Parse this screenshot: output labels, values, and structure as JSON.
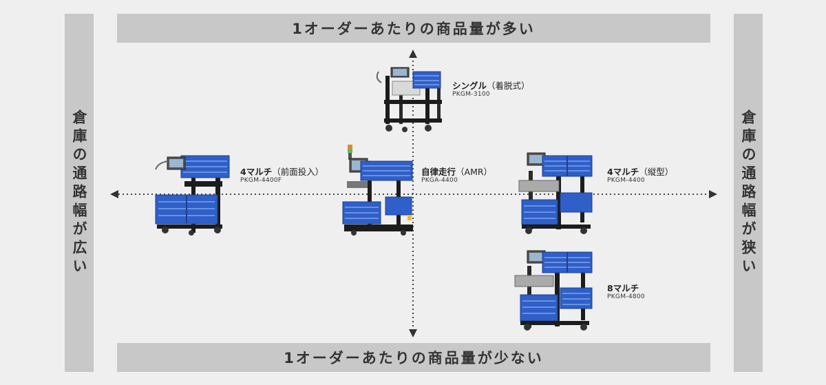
{
  "axes": {
    "top": "1オーダーあたりの商品量が多い",
    "bottom": "1オーダーあたりの商品量が少ない",
    "left": "倉庫の通路幅が広い",
    "right": "倉庫の通路幅が狭い"
  },
  "products": [
    {
      "name": "シングル",
      "variant": "（着脱式）",
      "model": "PKGM-3100"
    },
    {
      "name": "4マルチ",
      "variant": "（前面投入）",
      "model": "PKGM-4400F"
    },
    {
      "name": "自律走行",
      "variant": "（AMR）",
      "model": "PKGA-4400"
    },
    {
      "name": "4マルチ",
      "variant": "（縦型）",
      "model": "PKGM-4400"
    },
    {
      "name": "8マルチ",
      "variant": "",
      "model": "PKGM-4800"
    }
  ],
  "colors": {
    "band": "#c8c8c8",
    "background": "#efefef",
    "crate_blue": "#2f5fc8",
    "frame": "#1c1c1c"
  }
}
